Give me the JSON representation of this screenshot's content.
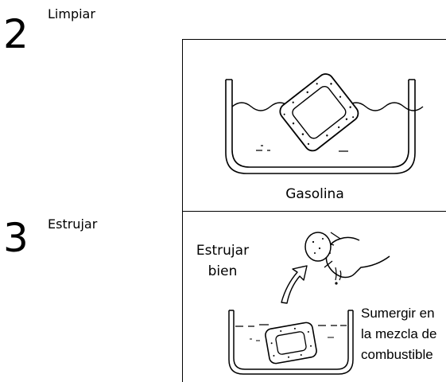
{
  "steps": [
    {
      "number": "2",
      "title": "Limpiar"
    },
    {
      "number": "3",
      "title": "Estrujar"
    }
  ],
  "panel_clean": {
    "caption": "Gasolina"
  },
  "panel_squeeze": {
    "label_top": [
      "Estrujar",
      "bien"
    ],
    "label_side": [
      "Sumergir en",
      "la mezcla de",
      "combustible"
    ]
  },
  "colors": {
    "line": "#000000",
    "background": "#ffffff"
  },
  "icons": [
    "container-illustration",
    "sponge-illustration",
    "hand-squeeze-illustration",
    "curved-arrow-illustration"
  ]
}
